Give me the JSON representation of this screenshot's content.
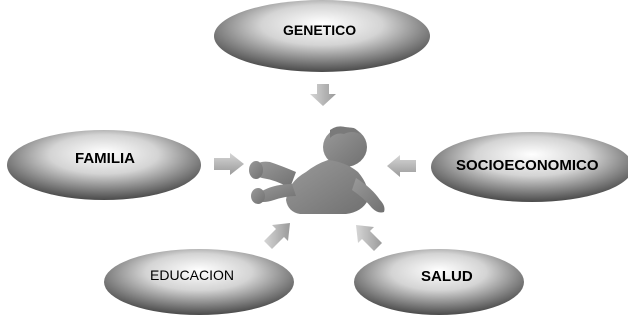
{
  "diagram": {
    "nodes": {
      "genetico": "GENETICO",
      "familia": "FAMILIA",
      "socioeconomico": "SOCIOECONOMICO",
      "educacion": "EDUCACION",
      "salud": "SALUD"
    },
    "center": {
      "icon": "baby-silhouette-icon"
    },
    "colors": {
      "ellipse_dark": "#4a4a4a",
      "ellipse_light": "#ffffff",
      "arrow_fill": "#b0b0b0",
      "baby_fill": "#8a8a8a"
    }
  }
}
